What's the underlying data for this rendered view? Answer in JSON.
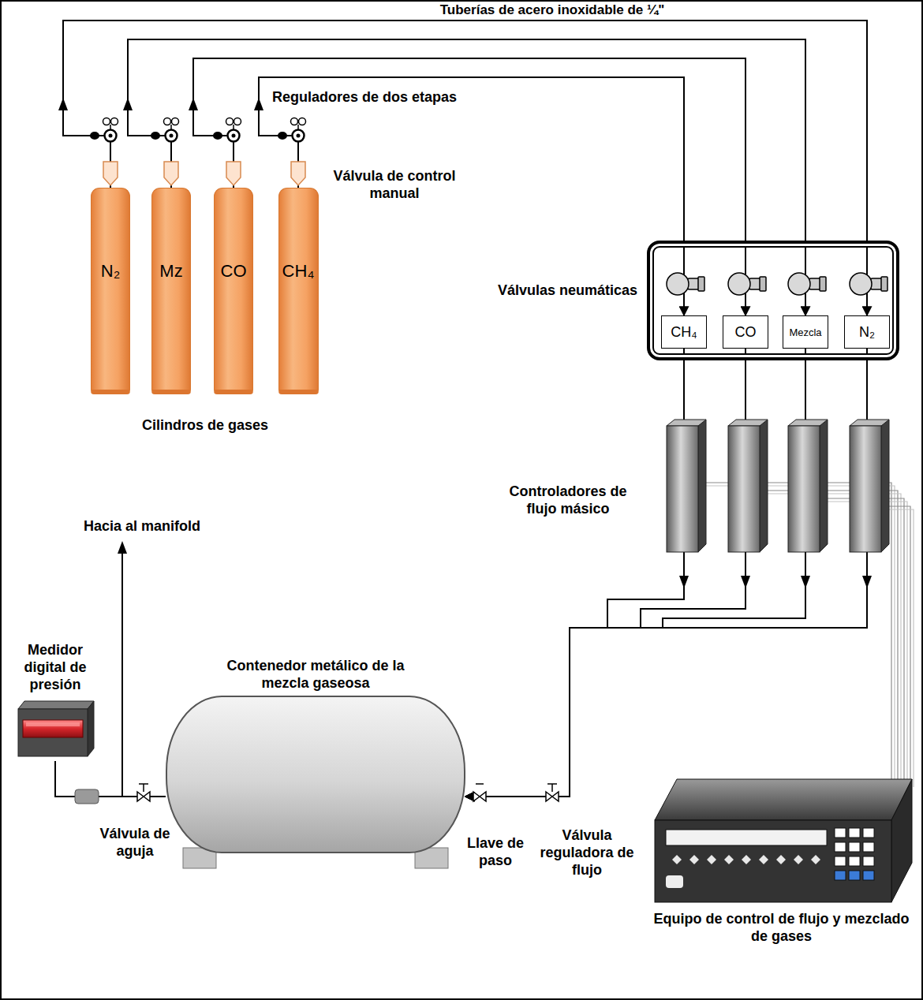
{
  "diagram": {
    "nodes": [
      {
        "text": [
          "N₂"
        ]
      },
      {
        "text": [
          "Mz"
        ]
      },
      {
        "text": [
          "CO"
        ]
      },
      {
        "text": [
          "CH₄"
        ]
      },
      {
        "text": [
          "Válvulas neumáticas"
        ]
      },
      {
        "text": [
          "CH₄"
        ],
        "in": 4
      },
      {
        "text": [
          "CO"
        ],
        "in": 4
      },
      {
        "text": [
          "Mezcla"
        ],
        "in": 4
      },
      {
        "text": [
          "N₂"
        ],
        "in": 4
      },
      {
        "text": [
          "Medidor digital de presión"
        ]
      },
      {
        "text": [
          "Contenedor metálico de la mezcla gaseosa"
        ]
      },
      {
        "text": [
          "Equipo de control de flujo y mezclado de gases"
        ]
      }
    ],
    "edges": [
      {
        "from": 0,
        "to": 8,
        "arrow": "to"
      },
      {
        "from": 1,
        "to": 7,
        "arrow": "to"
      },
      {
        "from": 2,
        "to": 6,
        "arrow": "to"
      },
      {
        "from": 3,
        "to": 5,
        "arrow": "to"
      },
      {
        "from": 5,
        "to": 10,
        "arrow": "to"
      },
      {
        "from": 6,
        "to": 10,
        "arrow": "to"
      },
      {
        "from": 7,
        "to": 10,
        "arrow": "to"
      },
      {
        "from": 8,
        "to": 10,
        "arrow": "to"
      },
      {
        "from": 10,
        "to": 9,
        "arrow": "none"
      }
    ],
    "labels": [
      "Tuberías de acero inoxidable de ¼\"",
      "Reguladores de dos etapas",
      "Válvula de control manual",
      "Cilindros de gases",
      "Controladores de flujo másico",
      "Hacia al manifold",
      "Válvula de aguja",
      "Llave de paso",
      "Válvula reguladora de flujo"
    ]
  }
}
